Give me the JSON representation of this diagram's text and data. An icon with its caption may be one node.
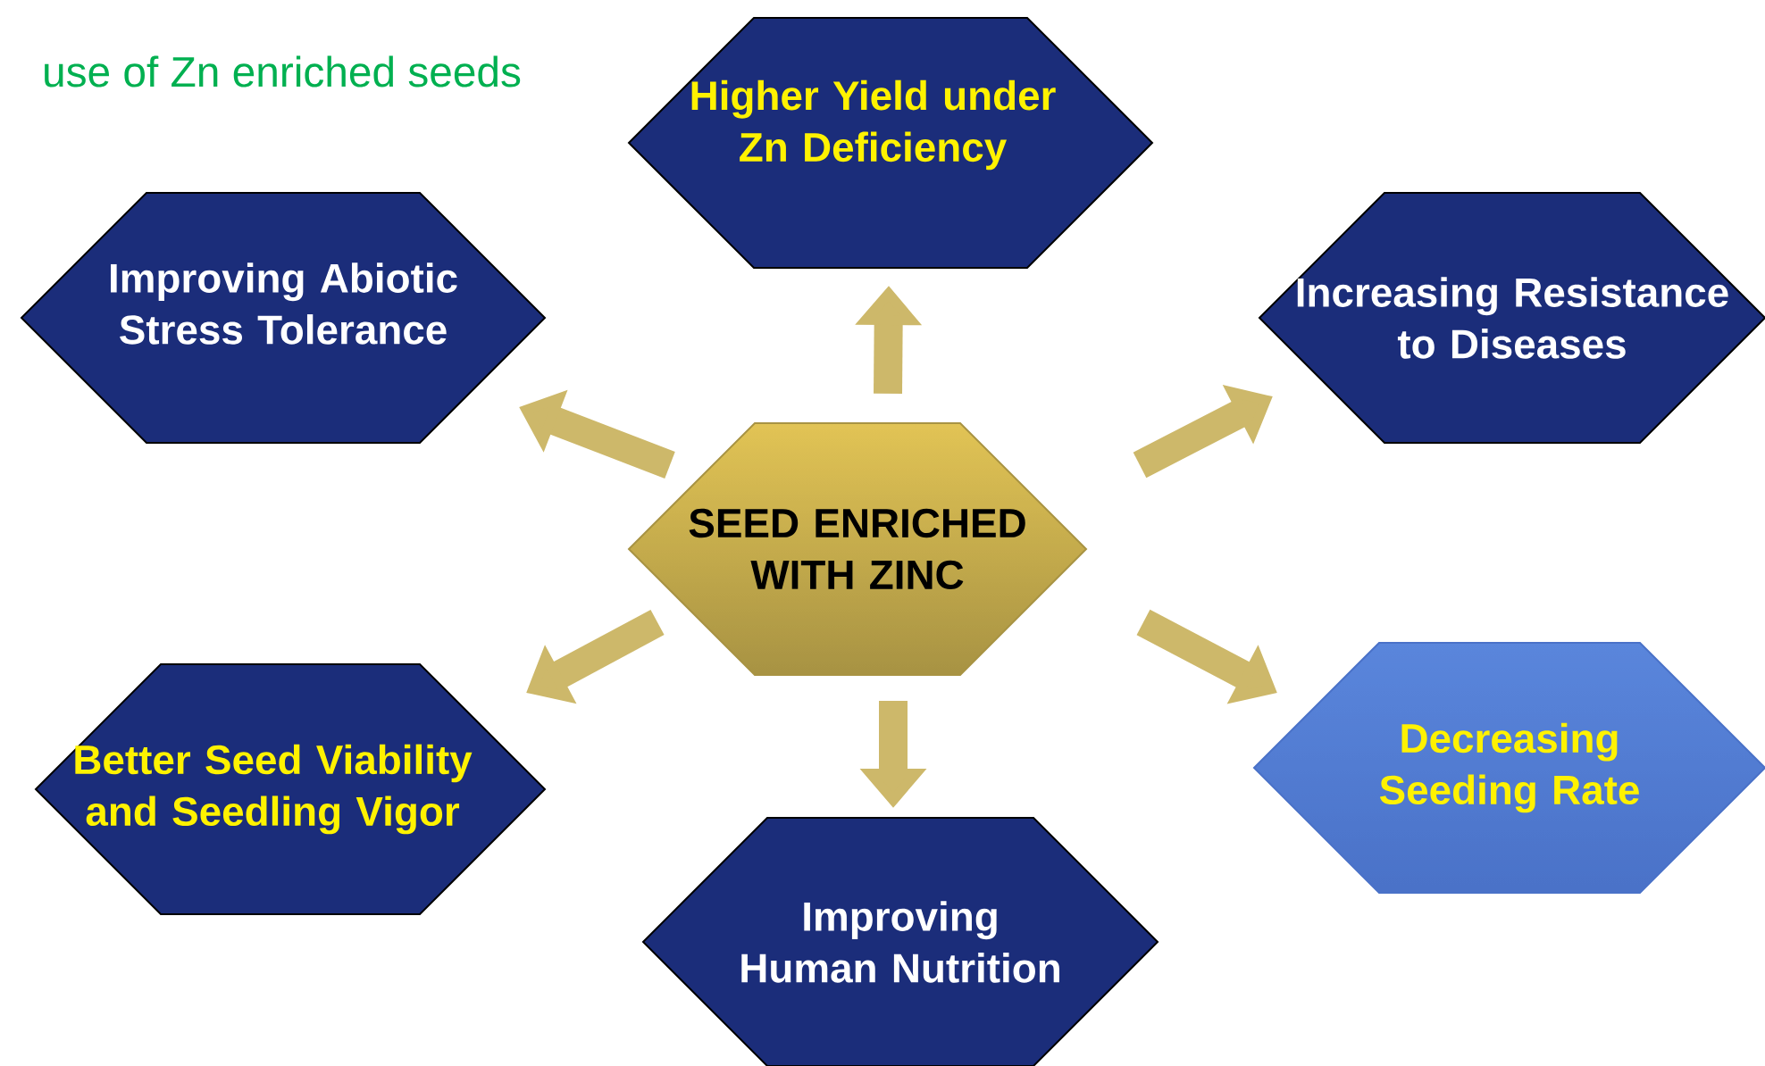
{
  "diagram": {
    "title": "use of Zn enriched seeds",
    "nodes": [
      {
        "text": [
          "SEED ENRICHED WITH ZINC"
        ]
      },
      {
        "text": [
          "Higher Yield under Zn Deficiency"
        ]
      },
      {
        "text": [
          "Improving Abiotic Stress Tolerance"
        ]
      },
      {
        "text": [
          "Increasing Resistance to Diseases"
        ]
      },
      {
        "text": [
          "Better Seed Viability and Seedling Vigor"
        ]
      },
      {
        "text": [
          "Decreasing Seeding Rate"
        ]
      },
      {
        "text": [
          "Improving Human Nutrition"
        ]
      }
    ],
    "edges": [
      {
        "from": 0,
        "to": 1,
        "arrow": "to"
      },
      {
        "from": 0,
        "to": 2,
        "arrow": "to"
      },
      {
        "from": 0,
        "to": 3,
        "arrow": "to"
      },
      {
        "from": 0,
        "to": 4,
        "arrow": "to"
      },
      {
        "from": 0,
        "to": 6,
        "arrow": "to"
      },
      {
        "from": 0,
        "to": 5,
        "arrow": "to"
      }
    ]
  }
}
